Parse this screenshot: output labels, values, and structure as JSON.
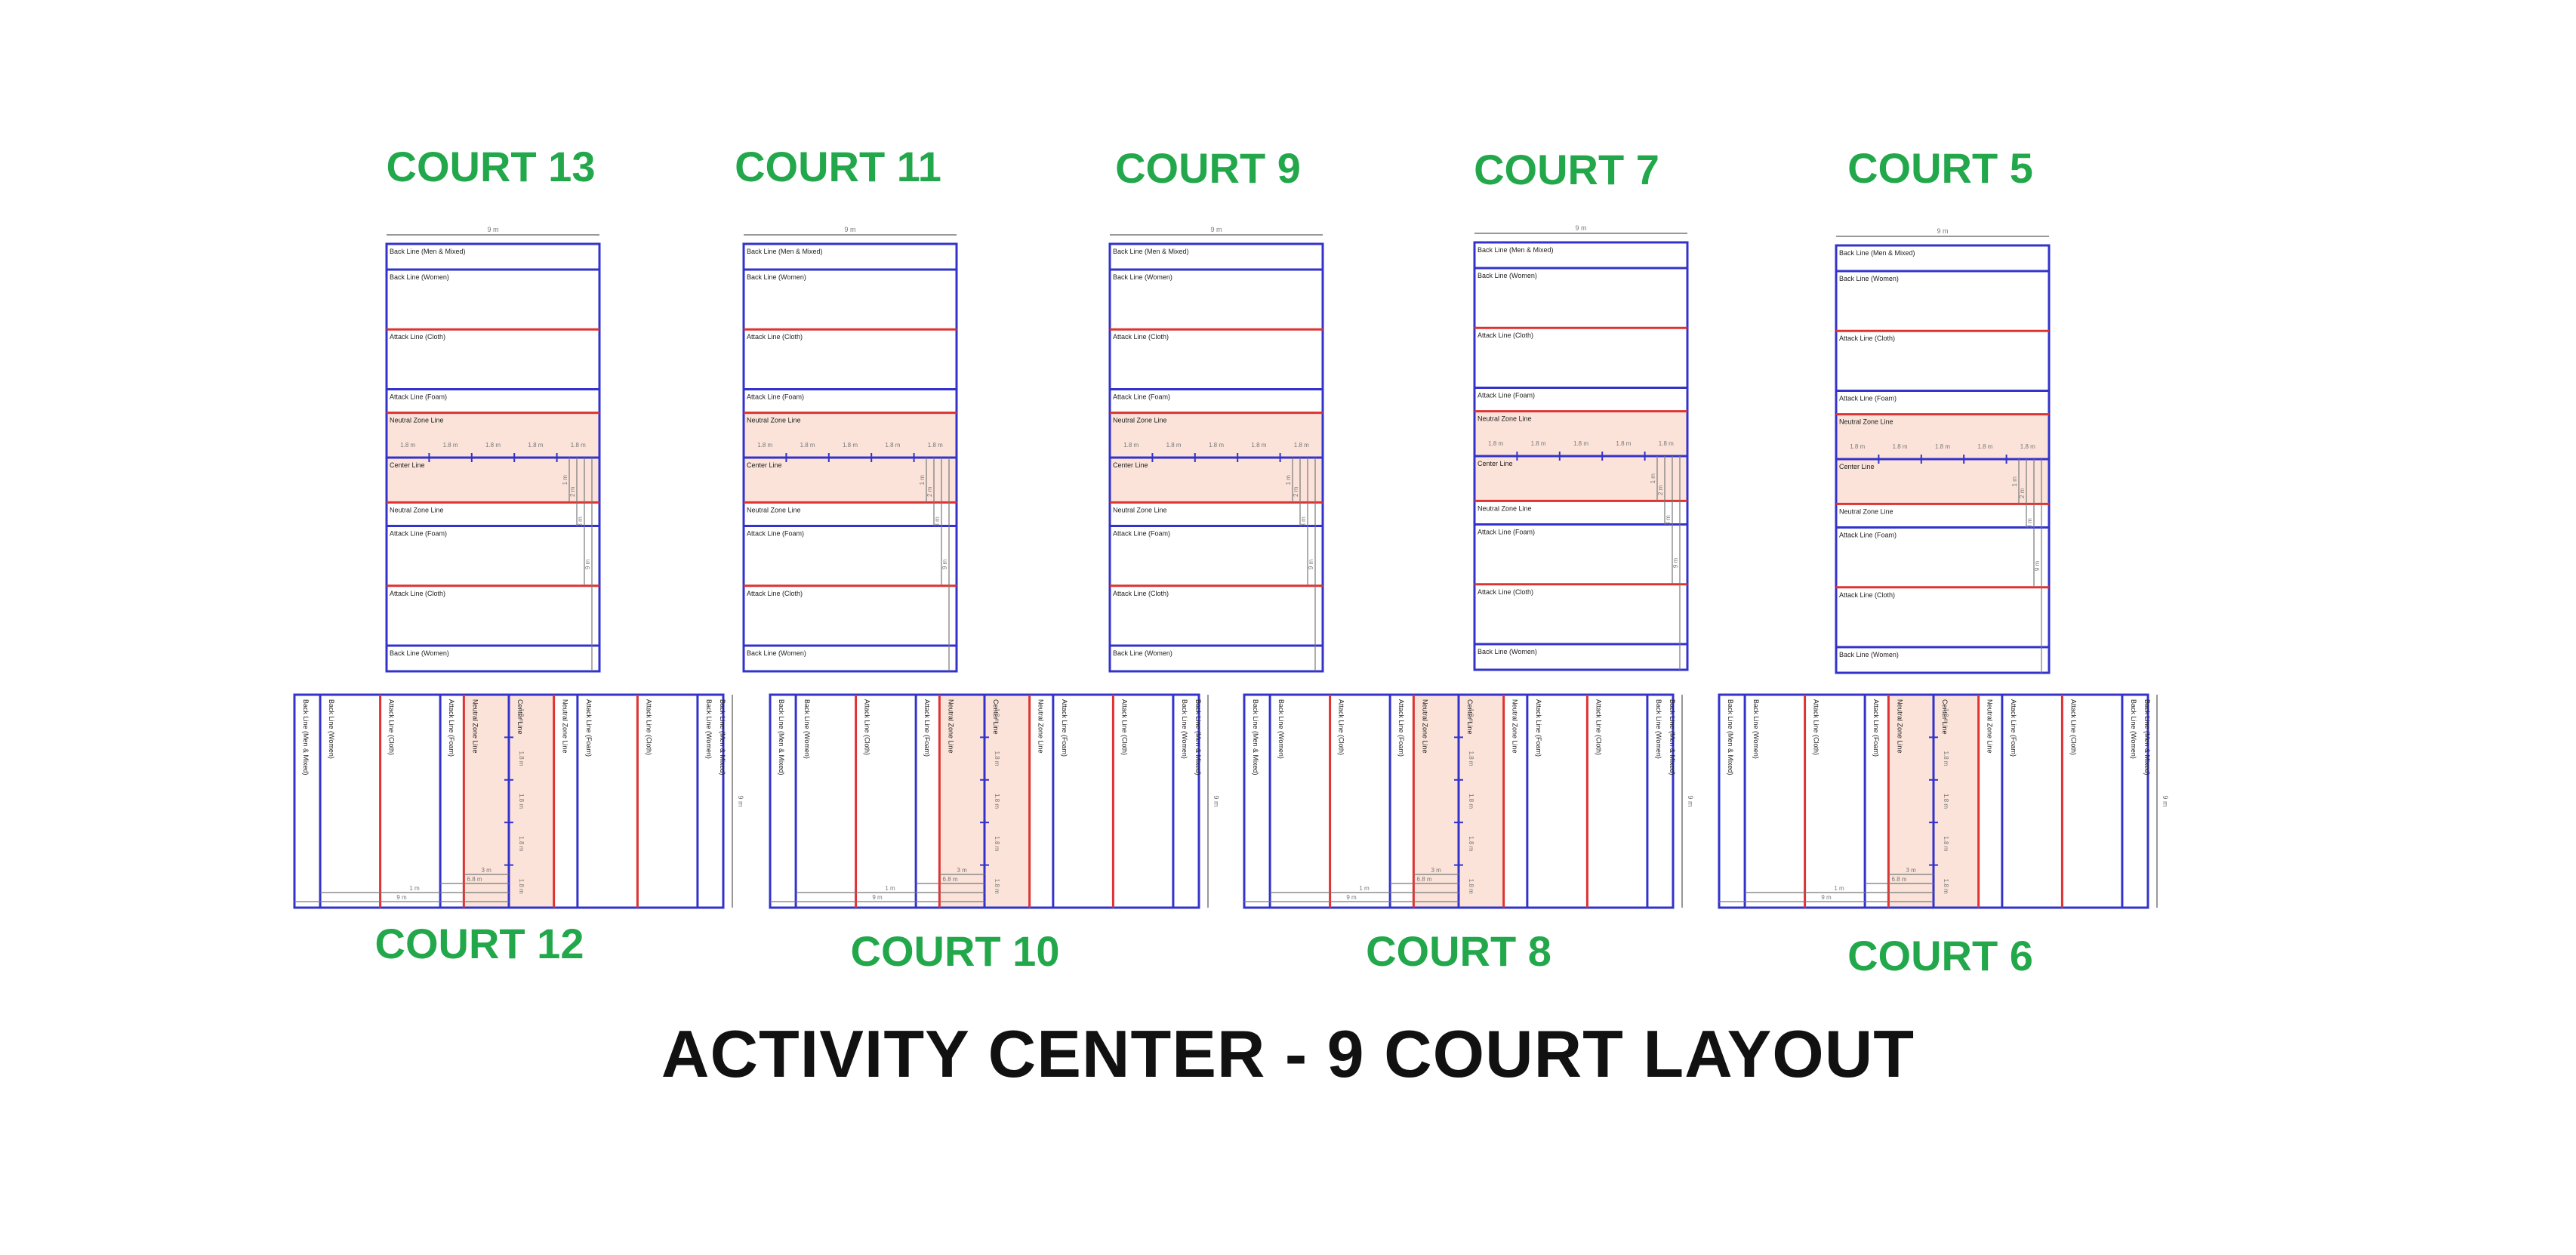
{
  "layout_title": "ACTIVITY CENTER - 9 COURT LAYOUT",
  "colors": {
    "title_green": "#22a84b",
    "line_blue": "#3333cc",
    "line_red": "#dd3333",
    "neutral_zone_fill": "#fbe3d9",
    "dimension_gray": "#777777"
  },
  "line_labels": {
    "back_men_mixed": "Back Line (Men & Mixed)",
    "back_women": "Back Line (Women)",
    "attack_cloth": "Attack Line (Cloth)",
    "attack_foam": "Attack Line (Foam)",
    "neutral_zone": "Neutral Zone Line",
    "center": "Center Line"
  },
  "dimensions": {
    "width": "9 m",
    "segment": "1.8 m",
    "d1": "1 m",
    "d2": "2 m",
    "d3": "3 m",
    "d4": "6.8 m",
    "d5": "9 m"
  },
  "courts": [
    {
      "title": "COURT 13",
      "orientation": "vertical"
    },
    {
      "title": "COURT 11",
      "orientation": "vertical"
    },
    {
      "title": "COURT 9",
      "orientation": "vertical"
    },
    {
      "title": "COURT 7",
      "orientation": "vertical"
    },
    {
      "title": "COURT 5",
      "orientation": "vertical"
    },
    {
      "title": "COURT 12",
      "orientation": "horizontal"
    },
    {
      "title": "COURT 10",
      "orientation": "horizontal"
    },
    {
      "title": "COURT 8",
      "orientation": "horizontal"
    },
    {
      "title": "COURT 6",
      "orientation": "horizontal"
    }
  ]
}
